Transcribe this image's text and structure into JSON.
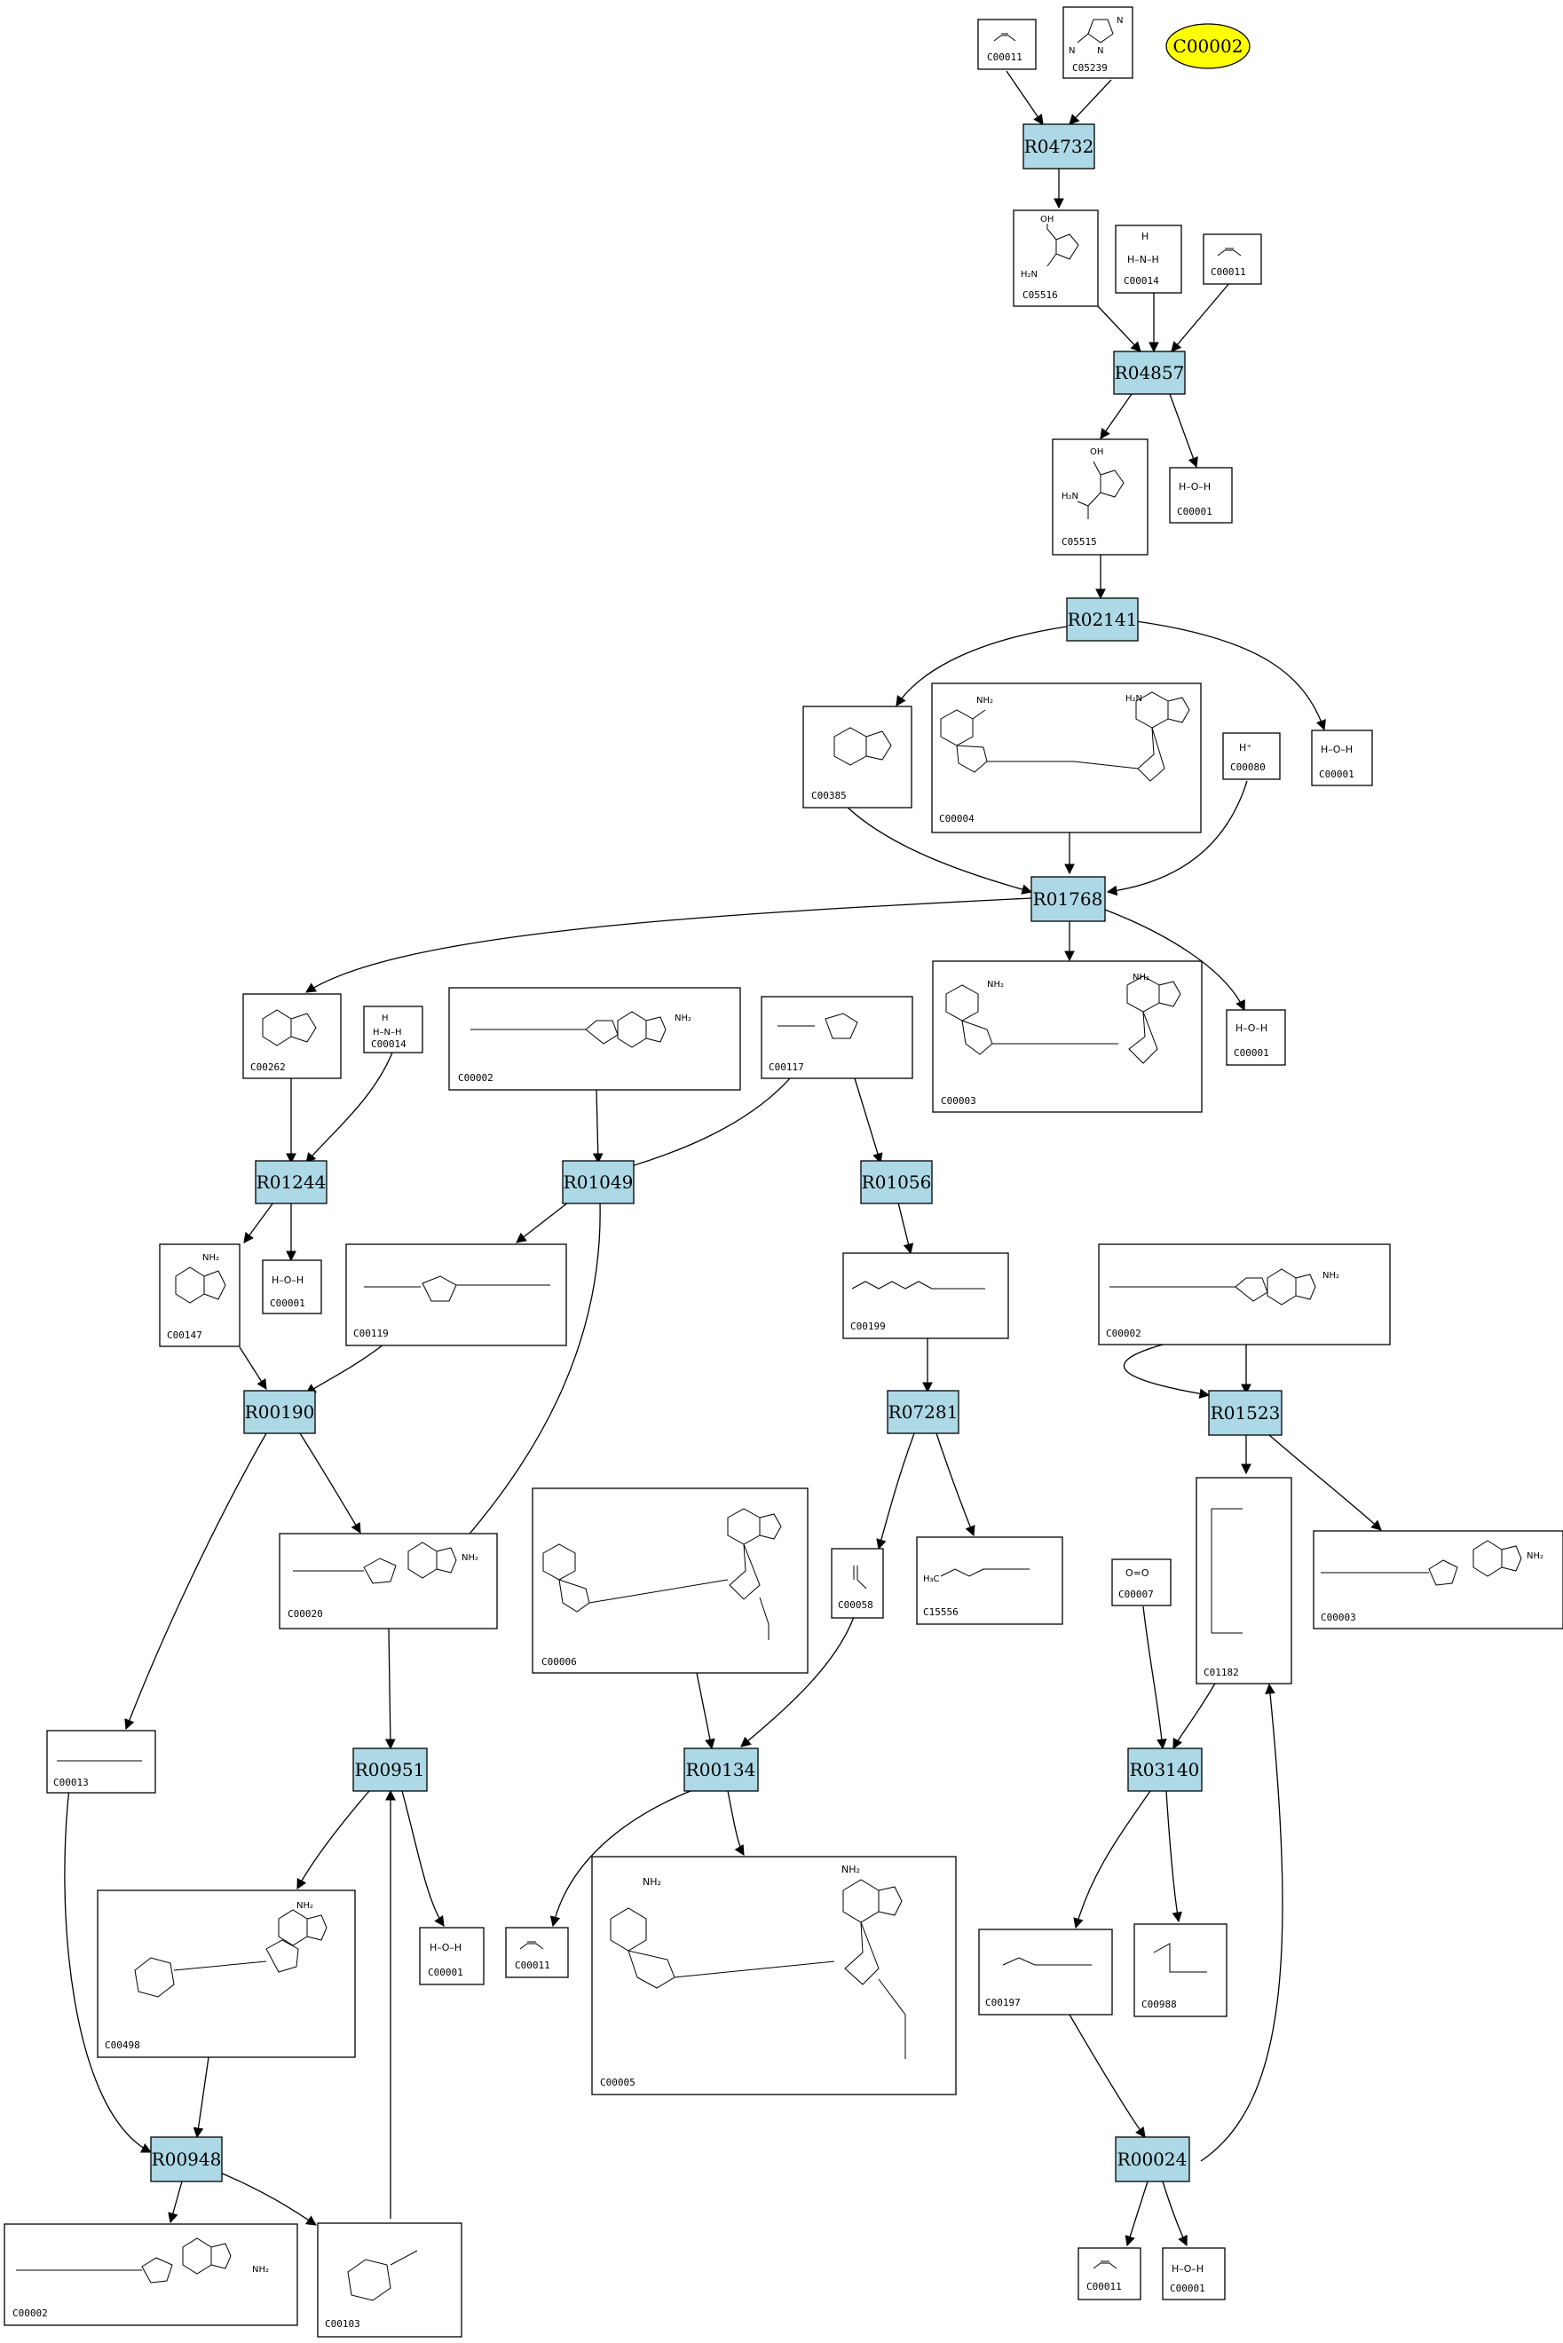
{
  "diagram": {
    "highlight": {
      "id": "C00002",
      "color": "#ffff00"
    },
    "reaction_color": "#add8e6",
    "reactions": [
      "R04732",
      "R04857",
      "R02141",
      "R01768",
      "R01244",
      "R01049",
      "R01056",
      "R00190",
      "R07281",
      "R01523",
      "R00951",
      "R00134",
      "R03140",
      "R00948",
      "R00024"
    ],
    "compounds": {
      "c00011_a": "C00011",
      "c05239": "C05239",
      "c05516": "C05516",
      "c00014_a": "C00014",
      "c00011_b": "C00011",
      "c05515": "C05515",
      "c00001_a": "C00001",
      "c00385": "C00385",
      "c00004": "C00004",
      "c00080": "C00080",
      "c00001_b": "C00001",
      "c00262": "C00262",
      "c00014_b": "C00014",
      "c00002_a": "C00002",
      "c00117": "C00117",
      "c00003_a": "C00003",
      "c00001_c": "C00001",
      "c00147": "C00147",
      "c00001_d": "C00001",
      "c00119": "C00119",
      "c00199": "C00199",
      "c00002_b": "C00002",
      "c00020": "C00020",
      "c00006": "C00006",
      "c00058": "C00058",
      "c15556": "C15556",
      "c00007": "C00007",
      "c01182": "C01182",
      "c00003_b": "C00003",
      "c00013": "C00013",
      "c00498": "C00498",
      "c00001_e": "C00001",
      "c00011_c": "C00011",
      "c00005": "C00005",
      "c00197": "C00197",
      "c00988": "C00988",
      "c00002_c": "C00002",
      "c00103": "C00103",
      "c00011_d": "C00011",
      "c00001_f": "C00001"
    }
  }
}
